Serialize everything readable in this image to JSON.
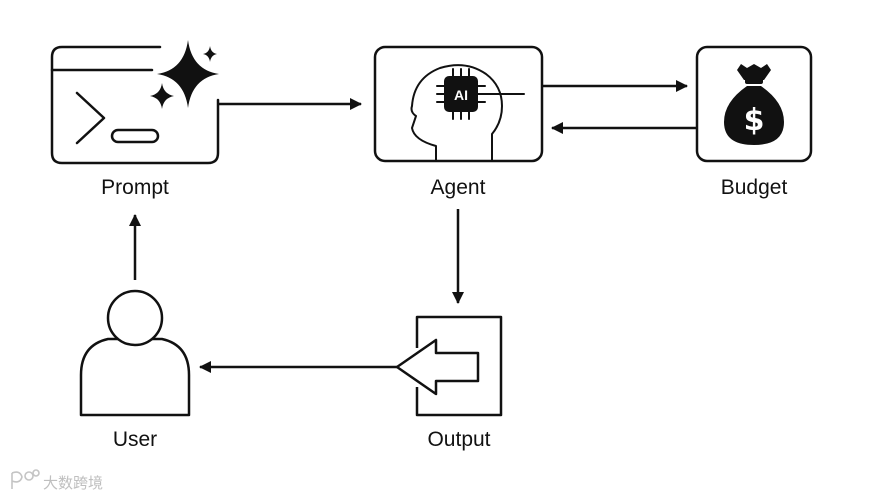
{
  "nodes": {
    "prompt": {
      "label": "Prompt"
    },
    "agent": {
      "label": "Agent",
      "chip_text": "AI"
    },
    "budget": {
      "label": "Budget",
      "symbol": "$"
    },
    "output": {
      "label": "Output"
    },
    "user": {
      "label": "User"
    }
  },
  "edges": [
    {
      "from": "prompt",
      "to": "agent"
    },
    {
      "from": "agent",
      "to": "budget"
    },
    {
      "from": "budget",
      "to": "agent"
    },
    {
      "from": "agent",
      "to": "output"
    },
    {
      "from": "output",
      "to": "user"
    },
    {
      "from": "user",
      "to": "prompt"
    }
  ],
  "watermark": {
    "text": "大数跨境"
  },
  "colors": {
    "stroke": "#111111",
    "background": "#ffffff"
  }
}
